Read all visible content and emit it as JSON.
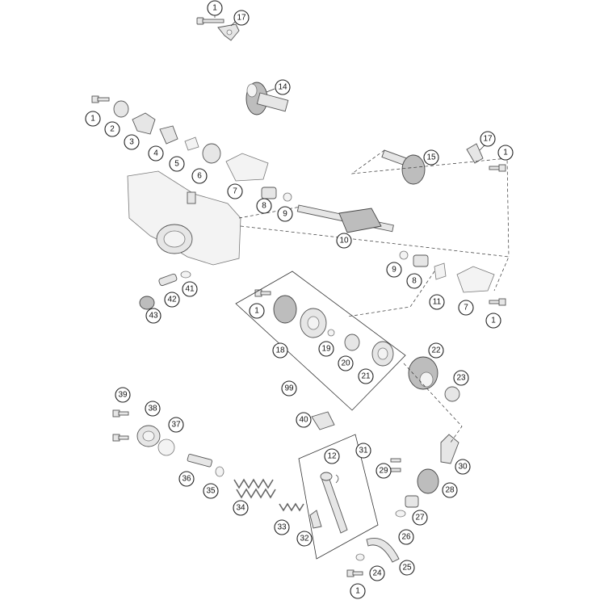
{
  "callouts": [
    {
      "id": "c1a",
      "label": "1"
    },
    {
      "id": "c17a",
      "label": "17"
    },
    {
      "id": "c14",
      "label": "14"
    },
    {
      "id": "c1b",
      "label": "1"
    },
    {
      "id": "c2",
      "label": "2"
    },
    {
      "id": "c3",
      "label": "3"
    },
    {
      "id": "c4",
      "label": "4"
    },
    {
      "id": "c5",
      "label": "5"
    },
    {
      "id": "c6",
      "label": "6"
    },
    {
      "id": "c7a",
      "label": "7"
    },
    {
      "id": "c8a",
      "label": "8"
    },
    {
      "id": "c9a",
      "label": "9"
    },
    {
      "id": "c10",
      "label": "10"
    },
    {
      "id": "c15",
      "label": "15"
    },
    {
      "id": "c17b",
      "label": "17"
    },
    {
      "id": "c1c",
      "label": "1"
    },
    {
      "id": "c9b",
      "label": "9"
    },
    {
      "id": "c8b",
      "label": "8"
    },
    {
      "id": "c11",
      "label": "11"
    },
    {
      "id": "c7b",
      "label": "7"
    },
    {
      "id": "c1d",
      "label": "1"
    },
    {
      "id": "c41",
      "label": "41"
    },
    {
      "id": "c42",
      "label": "42"
    },
    {
      "id": "c43",
      "label": "43"
    },
    {
      "id": "c1e",
      "label": "1"
    },
    {
      "id": "c18",
      "label": "18"
    },
    {
      "id": "c19",
      "label": "19"
    },
    {
      "id": "c20",
      "label": "20"
    },
    {
      "id": "c21",
      "label": "21"
    },
    {
      "id": "c99",
      "label": "99"
    },
    {
      "id": "c22",
      "label": "22"
    },
    {
      "id": "c23",
      "label": "23"
    },
    {
      "id": "c39",
      "label": "39"
    },
    {
      "id": "c38",
      "label": "38"
    },
    {
      "id": "c37",
      "label": "37"
    },
    {
      "id": "c40",
      "label": "40"
    },
    {
      "id": "c31",
      "label": "31"
    },
    {
      "id": "c12",
      "label": "12"
    },
    {
      "id": "c30",
      "label": "30"
    },
    {
      "id": "c29",
      "label": "29"
    },
    {
      "id": "c28",
      "label": "28"
    },
    {
      "id": "c36",
      "label": "36"
    },
    {
      "id": "c35",
      "label": "35"
    },
    {
      "id": "c34",
      "label": "34"
    },
    {
      "id": "c27",
      "label": "27"
    },
    {
      "id": "c33",
      "label": "33"
    },
    {
      "id": "c32",
      "label": "32"
    },
    {
      "id": "c26",
      "label": "26"
    },
    {
      "id": "c25",
      "label": "25"
    },
    {
      "id": "c24",
      "label": "24"
    },
    {
      "id": "c1f",
      "label": "1"
    }
  ]
}
